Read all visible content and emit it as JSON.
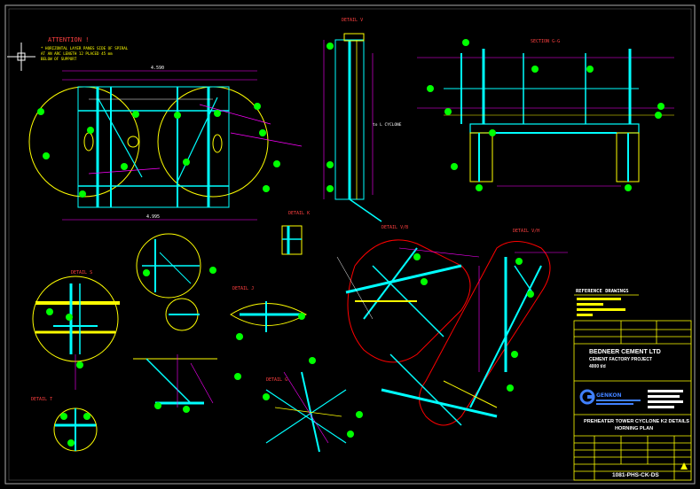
{
  "attention": {
    "title": "ATTENTION !",
    "lines": [
      "* HORIZONTAL LAYER PANES SIDE OF SPIRAL",
      "  AT AN ARC LENGTH 12 PLACED 45 mm",
      "  BELOW OF SUPPORT"
    ]
  },
  "views": {
    "section_gg": "SECTION G-G",
    "detail_v": "DETAIL V",
    "detail_k": "DETAIL K",
    "detail_vb": "DETAIL V/B",
    "detail_vh": "DETAIL V/H",
    "detail_s": "DETAIL S",
    "detail_t": "DETAIL T",
    "detail_j": "DETAIL J",
    "detail_g": "DETAIL G"
  },
  "dims": {
    "main_overall": "4.590",
    "cyclone_note": "to L CYCLONE",
    "left_bottom": "4.995"
  },
  "reference": {
    "title": "REFERENCE DRAWINGS"
  },
  "title_block": {
    "client_line1": "BEDNEER CEMENT LTD",
    "client_line2": "CEMENT FACTORY PROJECT",
    "client_line3": "4000 t/d",
    "company": "GENKON",
    "drawing_title1": "PREHEATER TOWER CYCLONE K2 DETAILS",
    "drawing_title2": "HORNING PLAN",
    "drawing_number": "1081-PHS-CK-DS"
  },
  "colors": {
    "background": "#000000",
    "structure": "#00ffff",
    "circles": "#ffff00",
    "dimensions": "#ff00ff",
    "markers": "#00ff00",
    "outline": "#ff0000",
    "text": "#ffffff"
  }
}
